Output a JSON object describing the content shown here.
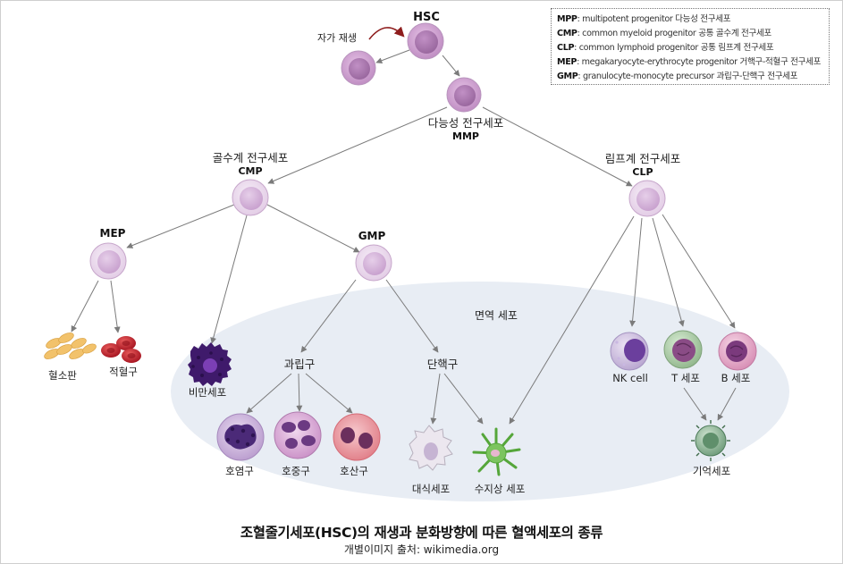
{
  "nodes": {
    "hsc": "HSC",
    "self_renewal": "자가 재생",
    "mpp_ko": "다능성 전구세포",
    "mpp": "MMP",
    "cmp_ko": "골수계 전구세포",
    "cmp": "CMP",
    "clp_ko": "림프계 전구세포",
    "clp": "CLP",
    "mep": "MEP",
    "gmp": "GMP",
    "platelet": "혈소판",
    "rbc": "적혈구",
    "mast": "비만세포",
    "granulocyte": "과립구",
    "monocyte": "단핵구",
    "basophil": "호염구",
    "neutrophil": "호중구",
    "eosinophil": "호산구",
    "macrophage": "대식세포",
    "dendritic": "수지상 세포",
    "nk": "NK cell",
    "tcell": "T 세포",
    "bcell": "B 세포",
    "memory": "기억세포",
    "immune_region": "면역 세포"
  },
  "legend": [
    {
      "abbr": "MPP",
      "text": ": multipotent progenitor  다능성 전구세포"
    },
    {
      "abbr": "CMP",
      "text": ": common myeloid progenitor 공통 골수계 전구세포"
    },
    {
      "abbr": "CLP",
      "text": ": common lymphoid progenitor 공통 림프계 전구세포"
    },
    {
      "abbr": "MEP",
      "text": ": megakaryocyte-erythrocyte progenitor 거핵구-적혈구 전구세포"
    },
    {
      "abbr": "GMP",
      "text": ": granulocyte-monocyte precursor 과립구-단핵구 전구세포"
    }
  ],
  "footer": {
    "title": "조혈줄기세포(HSC)의 재생과 분화방향에 따른 혈액세포의 종류",
    "source": "개별이미지 출처: wikimedia.org"
  },
  "colors": {
    "progenitor_fill": "#ecdcee",
    "progenitor_core": "#d5b1d9",
    "hsc_fill": "#d5a6d6",
    "hsc_core": "#ac7bb0",
    "immune_region": "#e8edf4",
    "arrow": "#7b7b7b",
    "self_renewal_arrow": "#8e1d1d",
    "rbc": "#c91f2e",
    "platelet": "#f2c26b",
    "mast": "#3f1a6b",
    "memory": "#6c9a78"
  }
}
